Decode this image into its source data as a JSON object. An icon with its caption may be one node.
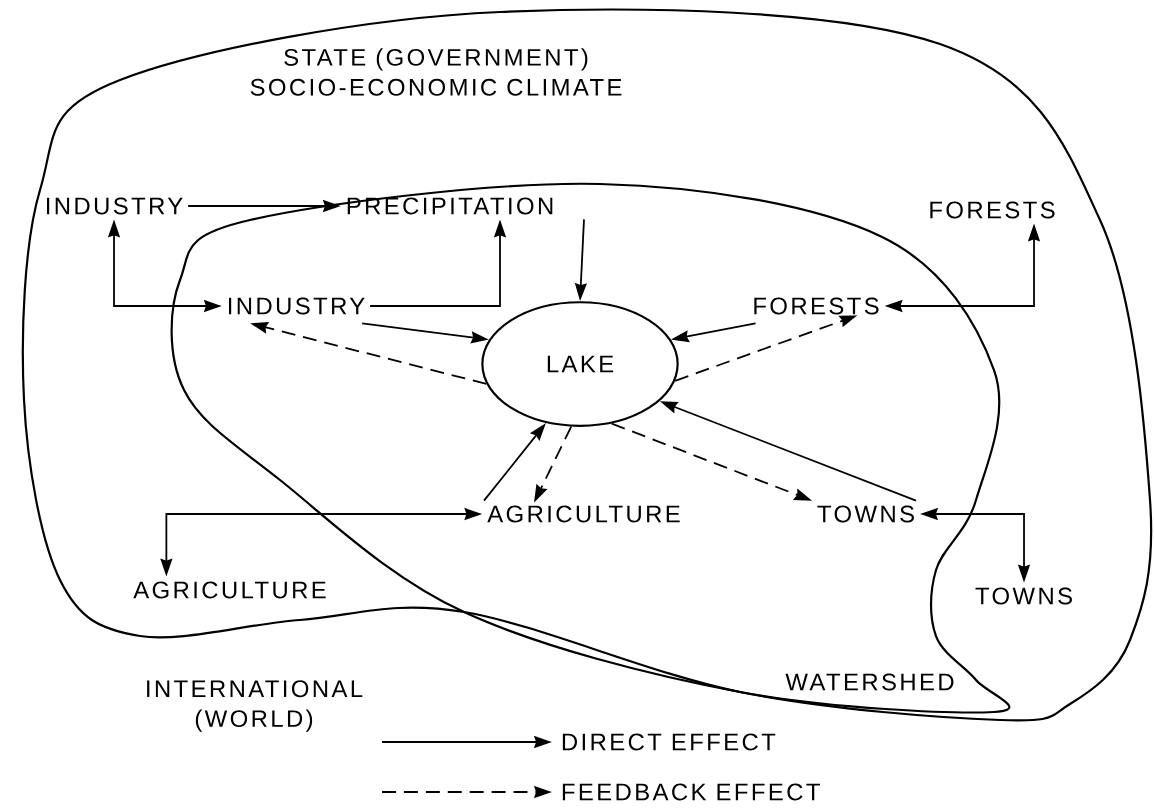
{
  "diagram": {
    "nodes": [
      {
        "text": [
          "STATE (GOVERNMENT)",
          "SOCIO-ECONOMIC CLIMATE"
        ]
      },
      {
        "text": [
          "WATERSHED"
        ],
        "in": 0
      },
      {
        "text": [
          "INDUSTRY"
        ],
        "in": 0
      },
      {
        "text": [
          "PRECIPITATION"
        ],
        "in": 1
      },
      {
        "text": [
          "FORESTS"
        ],
        "in": 0
      },
      {
        "text": [
          "INDUSTRY"
        ],
        "in": 1
      },
      {
        "text": [
          "FORESTS"
        ],
        "in": 1
      },
      {
        "text": [
          "LAKE"
        ],
        "in": 1
      },
      {
        "text": [
          "AGRICULTURE"
        ],
        "in": 1
      },
      {
        "text": [
          "TOWNS"
        ],
        "in": 1
      },
      {
        "text": [
          "AGRICULTURE"
        ],
        "in": 0
      },
      {
        "text": [
          "TOWNS"
        ],
        "in": 0
      }
    ],
    "edges": [
      {
        "from": 2,
        "to": 3,
        "arrow": "to"
      },
      {
        "from": 2,
        "to": 5,
        "arrow": "both"
      },
      {
        "from": 5,
        "to": 3,
        "arrow": "to"
      },
      {
        "from": 3,
        "to": 7,
        "arrow": "to"
      },
      {
        "from": 6,
        "to": 4,
        "arrow": "both"
      },
      {
        "from": 5,
        "to": 7,
        "arrow": "to"
      },
      {
        "from": 7,
        "to": 5,
        "arrow": "to",
        "style": "dashed"
      },
      {
        "from": 6,
        "to": 7,
        "arrow": "to"
      },
      {
        "from": 7,
        "to": 6,
        "arrow": "to",
        "style": "dashed"
      },
      {
        "from": 8,
        "to": 7,
        "arrow": "to"
      },
      {
        "from": 7,
        "to": 8,
        "arrow": "to",
        "style": "dashed"
      },
      {
        "from": 9,
        "to": 7,
        "arrow": "to"
      },
      {
        "from": 7,
        "to": 9,
        "arrow": "to",
        "style": "dashed"
      },
      {
        "from": 10,
        "to": 8,
        "arrow": "both"
      },
      {
        "from": 9,
        "to": 11,
        "arrow": "both"
      }
    ],
    "labels": [
      "INTERNATIONAL (WORLD)"
    ],
    "legend": [
      {
        "text": "DIRECT EFFECT"
      },
      {
        "text": "FEEDBACK EFFECT"
      }
    ]
  }
}
